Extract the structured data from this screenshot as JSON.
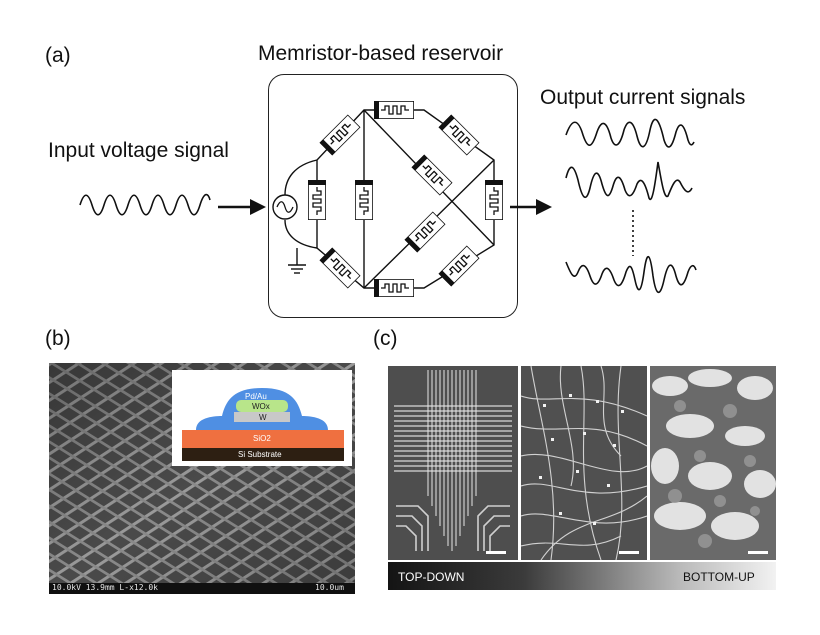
{
  "panels": {
    "a": "(a)",
    "b": "(b)",
    "c": "(c)"
  },
  "reservoir": {
    "title": "Memristor-based reservoir"
  },
  "input": {
    "label": "Input voltage signal"
  },
  "output": {
    "label": "Output current signals"
  },
  "sem_b": {
    "stack_layers": [
      "Pd/Au",
      "WOx",
      "W",
      "SiO2",
      "Si Substrate"
    ],
    "scale_left": "10.0kV 13.9mm L-x12.0k",
    "scale_right": "10.0um"
  },
  "gradient": {
    "left": "TOP-DOWN",
    "right": "BOTTOM-UP"
  },
  "colors": {
    "pdau": "#4f8fe3",
    "wox": "#b8e58a",
    "w": "#c8c8c8",
    "sio2": "#ef7040",
    "substrate": "#2d1f12"
  }
}
